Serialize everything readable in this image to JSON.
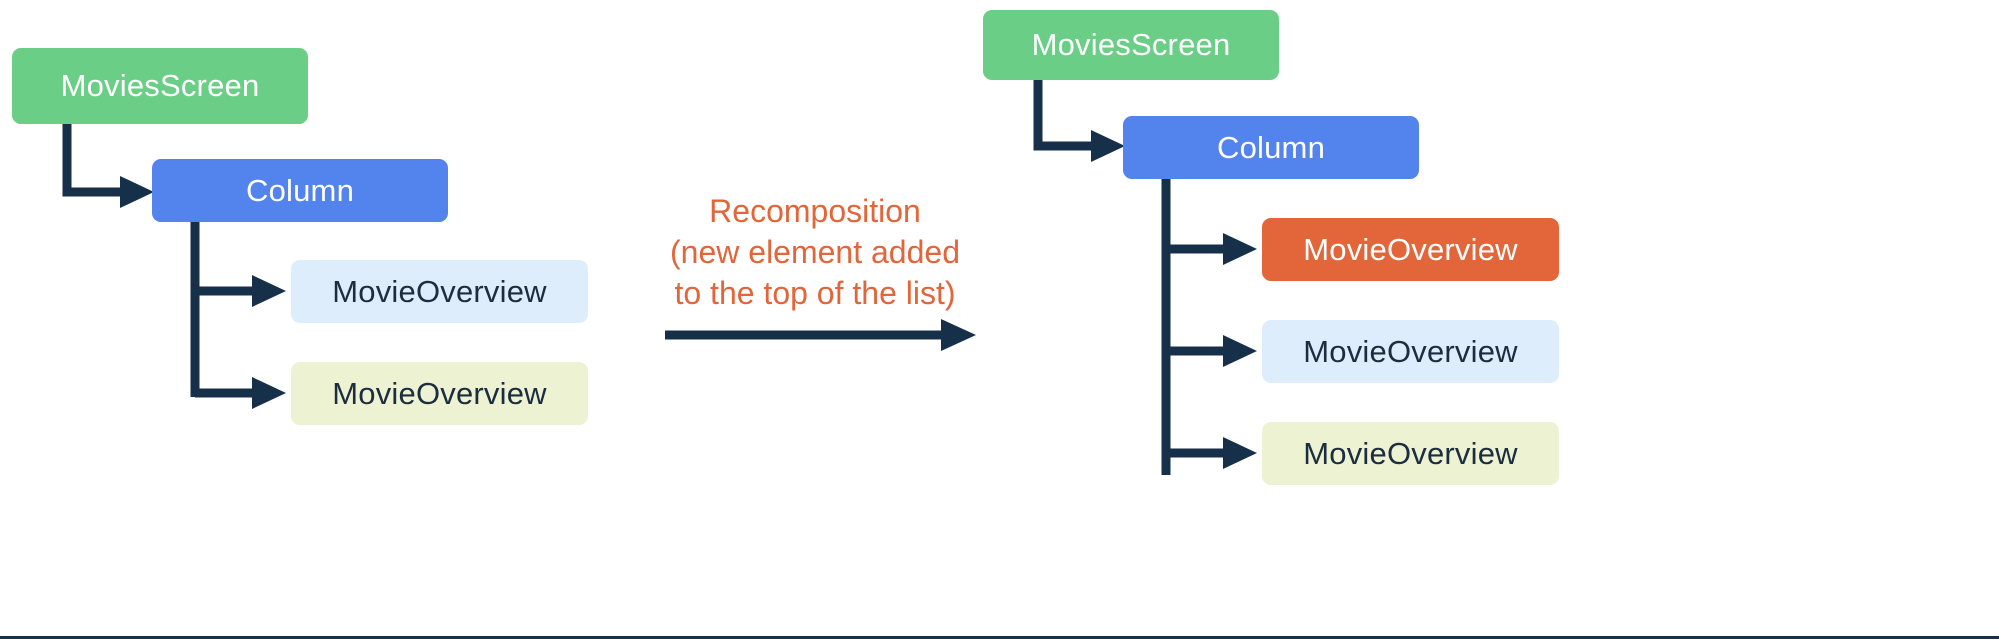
{
  "colors": {
    "green": "#6ACE86",
    "blue": "#5383EC",
    "orange": "#E2663A",
    "light_blue": "#DEEDFB",
    "lime": "#EDF2D3",
    "connector": "#17304A",
    "text_light": "#FFFFFF",
    "text_dark": "#1B2D3E",
    "background": "#FFFFFF"
  },
  "left_tree": {
    "root": {
      "label": "MoviesScreen",
      "style": "green"
    },
    "column": {
      "label": "Column",
      "style": "blue"
    },
    "children": [
      {
        "label": "MovieOverview",
        "style": "light_blue"
      },
      {
        "label": "MovieOverview",
        "style": "lime"
      }
    ]
  },
  "center": {
    "caption_line_1": "Recomposition",
    "caption_line_2": "(new element added",
    "caption_line_3": "to the top of the list)",
    "caption_full": "Recomposition\n(new element added\nto the top of the list)",
    "arrow": "transition-arrow-right"
  },
  "right_tree": {
    "root": {
      "label": "MoviesScreen",
      "style": "green"
    },
    "column": {
      "label": "Column",
      "style": "blue"
    },
    "children": [
      {
        "label": "MovieOverview",
        "style": "orange"
      },
      {
        "label": "MovieOverview",
        "style": "light_blue"
      },
      {
        "label": "MovieOverview",
        "style": "lime"
      }
    ]
  }
}
